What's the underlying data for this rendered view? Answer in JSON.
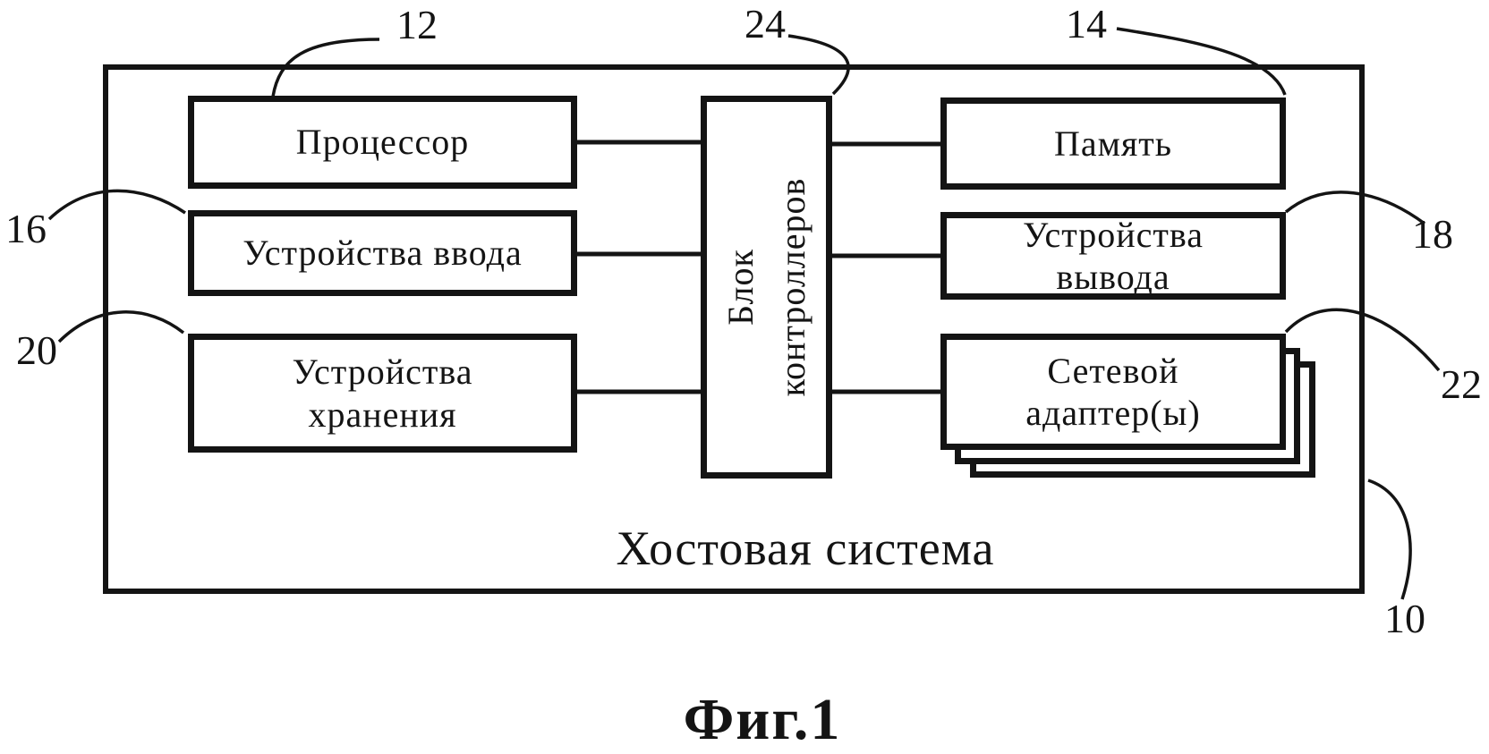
{
  "figure": {
    "caption": "Фиг.1"
  },
  "host": {
    "label": "Хостовая система",
    "ref": "10"
  },
  "nodes": {
    "processor": {
      "label": "Процессор",
      "ref": "12"
    },
    "input_devices": {
      "label": "Устройства ввода",
      "ref": "16"
    },
    "storage_devices": {
      "label": "Устройства\nхранения",
      "ref": "20"
    },
    "controller_block": {
      "label": "Блок\nконтроллеров",
      "ref": "24"
    },
    "memory": {
      "label": "Память",
      "ref": "14"
    },
    "output_devices": {
      "label": "Устройства\nвывода",
      "ref": "18"
    },
    "network_adapters": {
      "label": "Сетевой\nадаптер(ы)",
      "ref": "22"
    }
  },
  "colors": {
    "ink": "#141414",
    "paper": "#ffffff"
  }
}
